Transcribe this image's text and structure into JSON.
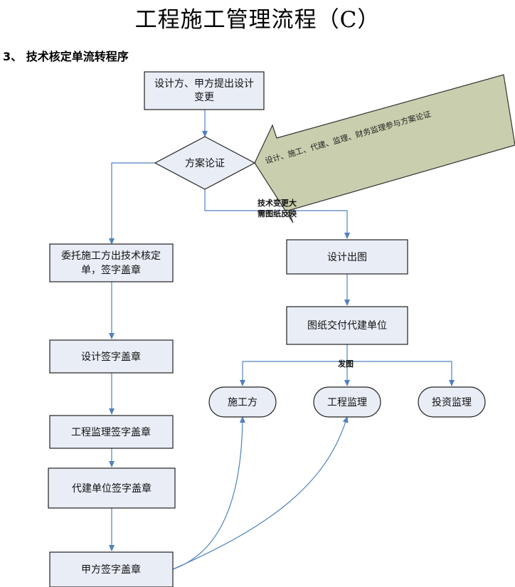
{
  "page": {
    "title": "工程施工管理流程（C）",
    "subtitle": "3、 技术核定单流转程序"
  },
  "nodes": {
    "design_change_line1": "设计方、甲方提出设计",
    "design_change_line2": "变更",
    "plan_review": "方案论证",
    "entrust_line1": "委托施工方出技术核定",
    "entrust_line2": "单，签字盖章",
    "design_sign": "设计签字盖章",
    "supervision_sign": "工程监理签字盖章",
    "agent_sign": "代建单位签字盖章",
    "owner_sign": "甲方签字盖章",
    "design_drawing": "设计出图",
    "drawing_delivery": "图纸交付代建单位",
    "contractor": "施工方",
    "engineering_supervision": "工程监理",
    "investment_supervision": "投资监理"
  },
  "labels": {
    "major_change_line1": "技术变更大",
    "major_change_line2": "需图纸反映",
    "distribute": "发图",
    "participants_arrow": "设计、施工、代建、监理、财务监理参与方案论证"
  },
  "colors": {
    "box_fill": "#e9edf6",
    "connector": "#4f81bd",
    "big_arrow_fill": "#c9cfae"
  }
}
